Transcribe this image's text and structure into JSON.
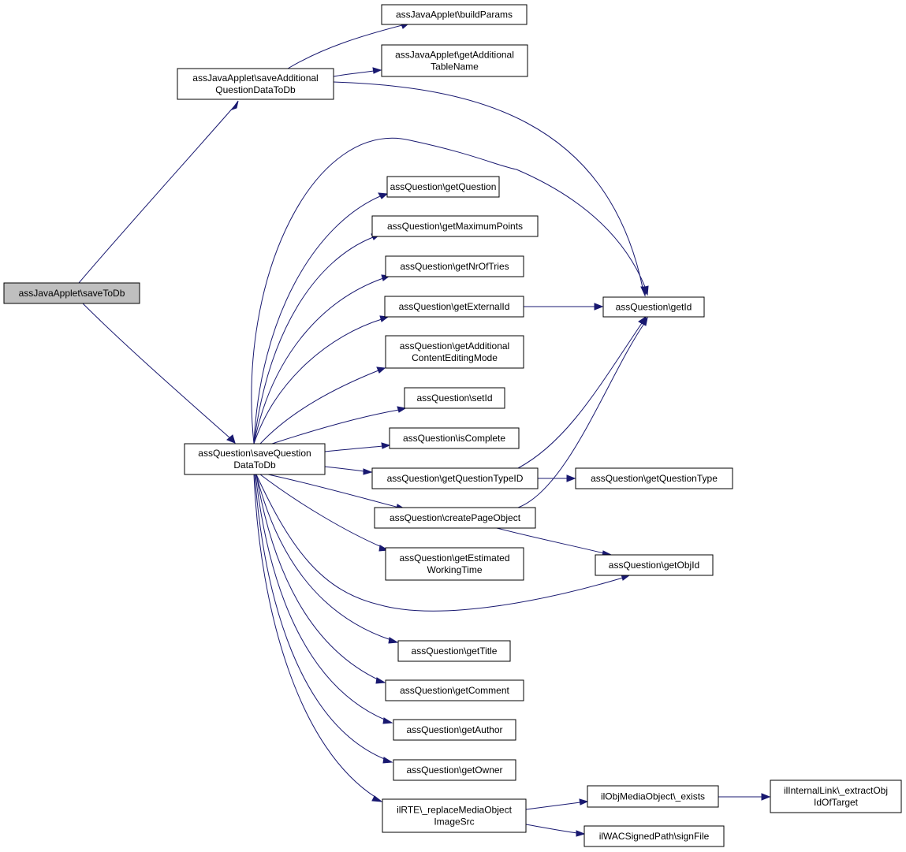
{
  "diagram": {
    "colors": {
      "root_fill": "#bfbfbf",
      "node_fill": "#ffffff",
      "edge": "#191970",
      "border": "#000000"
    },
    "nodes": [
      {
        "id": "saveToDb",
        "lines": [
          "assJavaApplet\\saveToDb"
        ],
        "root": true
      },
      {
        "id": "saveAdditional",
        "lines": [
          "assJavaApplet\\saveAdditional",
          "QuestionDataToDb"
        ]
      },
      {
        "id": "buildParams",
        "lines": [
          "assJavaApplet\\buildParams"
        ]
      },
      {
        "id": "getAdditionalTableName",
        "lines": [
          "assJavaApplet\\getAdditional",
          "TableName"
        ]
      },
      {
        "id": "saveQuestionDataToDb",
        "lines": [
          "assQuestion\\saveQuestion",
          "DataToDb"
        ]
      },
      {
        "id": "getId",
        "lines": [
          "assQuestion\\getId"
        ]
      },
      {
        "id": "getQuestion",
        "lines": [
          "assQuestion\\getQuestion"
        ]
      },
      {
        "id": "getMaximumPoints",
        "lines": [
          "assQuestion\\getMaximumPoints"
        ]
      },
      {
        "id": "getNrOfTries",
        "lines": [
          "assQuestion\\getNrOfTries"
        ]
      },
      {
        "id": "getExternalId",
        "lines": [
          "assQuestion\\getExternalId"
        ]
      },
      {
        "id": "getAdditionalContentEditingMode",
        "lines": [
          "assQuestion\\getAdditional",
          "ContentEditingMode"
        ]
      },
      {
        "id": "setId",
        "lines": [
          "assQuestion\\setId"
        ]
      },
      {
        "id": "isComplete",
        "lines": [
          "assQuestion\\isComplete"
        ]
      },
      {
        "id": "getQuestionTypeID",
        "lines": [
          "assQuestion\\getQuestionTypeID"
        ]
      },
      {
        "id": "getQuestionType",
        "lines": [
          "assQuestion\\getQuestionType"
        ]
      },
      {
        "id": "createPageObject",
        "lines": [
          "assQuestion\\createPageObject"
        ]
      },
      {
        "id": "getEstimatedWorkingTime",
        "lines": [
          "assQuestion\\getEstimated",
          "WorkingTime"
        ]
      },
      {
        "id": "getObjId",
        "lines": [
          "assQuestion\\getObjId"
        ]
      },
      {
        "id": "getTitle",
        "lines": [
          "assQuestion\\getTitle"
        ]
      },
      {
        "id": "getComment",
        "lines": [
          "assQuestion\\getComment"
        ]
      },
      {
        "id": "getAuthor",
        "lines": [
          "assQuestion\\getAuthor"
        ]
      },
      {
        "id": "getOwner",
        "lines": [
          "assQuestion\\getOwner"
        ]
      },
      {
        "id": "replaceMediaObjectImageSrc",
        "lines": [
          "ilRTE\\_replaceMediaObject",
          "ImageSrc"
        ]
      },
      {
        "id": "exists",
        "lines": [
          "ilObjMediaObject\\_exists"
        ]
      },
      {
        "id": "extractObjIdOfTarget",
        "lines": [
          "ilInternalLink\\_extractObj",
          "IdOfTarget"
        ]
      },
      {
        "id": "signFile",
        "lines": [
          "ilWACSignedPath\\signFile"
        ]
      }
    ],
    "edges": [
      {
        "from": "saveToDb",
        "to": "saveAdditional"
      },
      {
        "from": "saveToDb",
        "to": "saveQuestionDataToDb"
      },
      {
        "from": "saveAdditional",
        "to": "buildParams"
      },
      {
        "from": "saveAdditional",
        "to": "getAdditionalTableName"
      },
      {
        "from": "saveAdditional",
        "to": "getId"
      },
      {
        "from": "saveQuestionDataToDb",
        "to": "getId"
      },
      {
        "from": "saveQuestionDataToDb",
        "to": "getQuestion"
      },
      {
        "from": "saveQuestionDataToDb",
        "to": "getMaximumPoints"
      },
      {
        "from": "saveQuestionDataToDb",
        "to": "getNrOfTries"
      },
      {
        "from": "saveQuestionDataToDb",
        "to": "getExternalId"
      },
      {
        "from": "saveQuestionDataToDb",
        "to": "getAdditionalContentEditingMode"
      },
      {
        "from": "saveQuestionDataToDb",
        "to": "setId"
      },
      {
        "from": "saveQuestionDataToDb",
        "to": "isComplete"
      },
      {
        "from": "saveQuestionDataToDb",
        "to": "getQuestionTypeID"
      },
      {
        "from": "saveQuestionDataToDb",
        "to": "createPageObject"
      },
      {
        "from": "saveQuestionDataToDb",
        "to": "getEstimatedWorkingTime"
      },
      {
        "from": "saveQuestionDataToDb",
        "to": "getObjId"
      },
      {
        "from": "saveQuestionDataToDb",
        "to": "getTitle"
      },
      {
        "from": "saveQuestionDataToDb",
        "to": "getComment"
      },
      {
        "from": "saveQuestionDataToDb",
        "to": "getAuthor"
      },
      {
        "from": "saveQuestionDataToDb",
        "to": "getOwner"
      },
      {
        "from": "saveQuestionDataToDb",
        "to": "replaceMediaObjectImageSrc"
      },
      {
        "from": "getExternalId",
        "to": "getId"
      },
      {
        "from": "getQuestionTypeID",
        "to": "getId"
      },
      {
        "from": "getQuestionTypeID",
        "to": "getQuestionType"
      },
      {
        "from": "createPageObject",
        "to": "getId"
      },
      {
        "from": "createPageObject",
        "to": "getObjId"
      },
      {
        "from": "replaceMediaObjectImageSrc",
        "to": "exists"
      },
      {
        "from": "replaceMediaObjectImageSrc",
        "to": "signFile"
      },
      {
        "from": "exists",
        "to": "extractObjIdOfTarget"
      }
    ]
  }
}
